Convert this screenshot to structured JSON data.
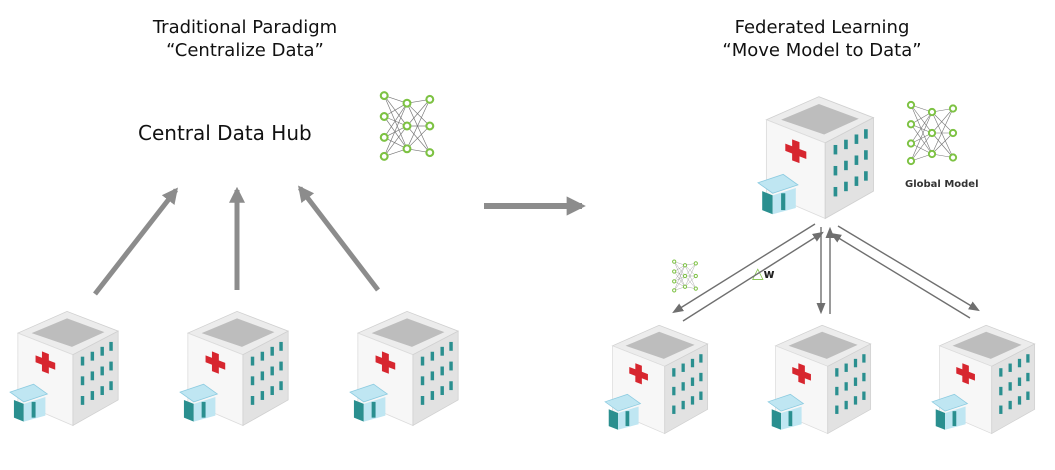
{
  "left_panel": {
    "title_line1": "Traditional Paradigm",
    "title_line2": "“Centralize Data”",
    "hub_label": "Central Data Hub"
  },
  "right_panel": {
    "title_line1": "Federated Learning",
    "title_line2": "“Move Model to Data”",
    "global_model_label": "Global Model",
    "delta_symbol": "△",
    "delta_label": "w"
  },
  "colors": {
    "accent_green": "#7dc243",
    "arrow_gray": "#8c8c8c",
    "cross_red": "#d7262f",
    "window_teal": "#2a8f8f",
    "awning_blue": "#bfe6f2"
  },
  "icons": [
    "hospital-building-icon",
    "neural-network-icon",
    "arrow-icon"
  ]
}
